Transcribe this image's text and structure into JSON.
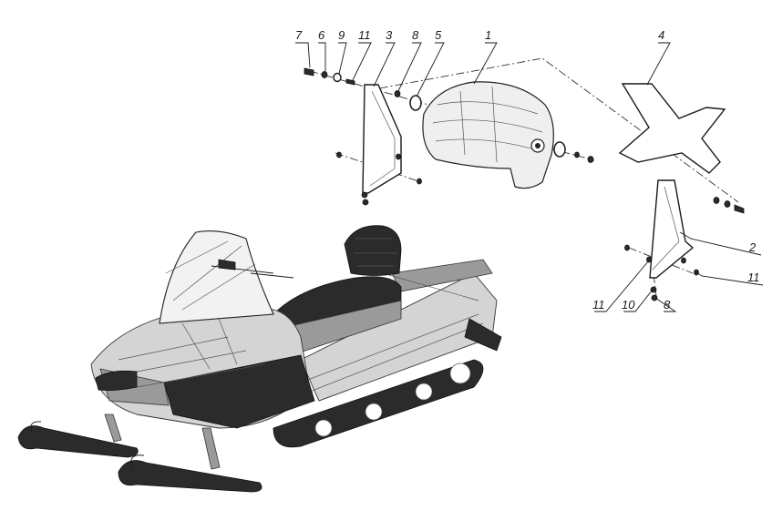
{
  "callouts": {
    "c1": "1",
    "c2": "2",
    "c3": "3",
    "c4": "4",
    "c5": "5",
    "c6": "6",
    "c7": "7",
    "c8": "8",
    "c9": "9",
    "c10": "10",
    "c11": "11",
    "c8b": "8",
    "c11b": "11",
    "c11c": "11"
  },
  "colors": {
    "line": "#1a1a1a",
    "background": "#ffffff",
    "shade": "#d4d4d4",
    "dark": "#2b2b2b"
  }
}
